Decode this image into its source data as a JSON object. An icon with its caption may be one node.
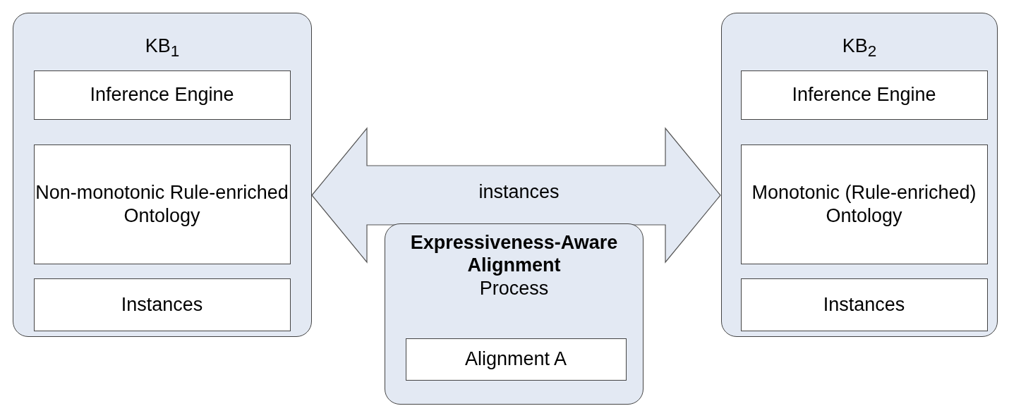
{
  "diagram": {
    "nodes": [
      {
        "text": [
          "KB$_{1}$"
        ]
      },
      {
        "text": [
          "Inference Engine"
        ],
        "in": 0
      },
      {
        "text": [
          "Non-monotonic Rule-enriched Ontology"
        ],
        "in": 0
      },
      {
        "text": [
          "Instances"
        ],
        "in": 0
      },
      {
        "text": [
          "KB$_{2}$"
        ]
      },
      {
        "text": [
          "Inference Engine"
        ],
        "in": 4
      },
      {
        "text": [
          "Monotonic (Rule-enriched) Ontology"
        ],
        "in": 4
      },
      {
        "text": [
          "Instances"
        ],
        "in": 4
      },
      {
        "text": [
          "Expressiveness-Aware Alignment",
          "Process"
        ]
      },
      {
        "text": [
          "Alignment A"
        ],
        "in": 8
      }
    ],
    "edges": [
      {
        "from": 0,
        "to": 4,
        "arrow": "both",
        "label": "instances",
        "style": "thick"
      }
    ]
  }
}
